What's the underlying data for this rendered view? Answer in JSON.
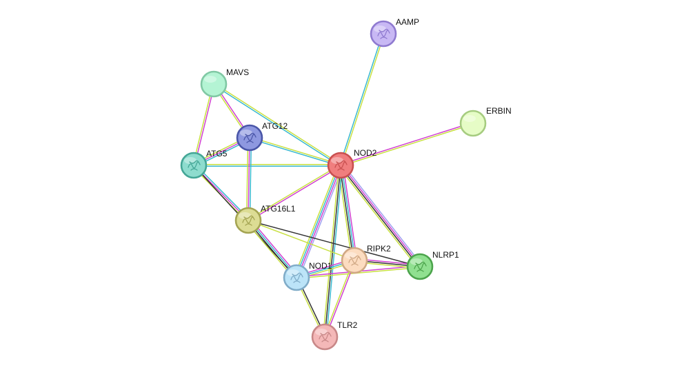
{
  "nodes": [
    {
      "id": "NOD2",
      "label": "NOD2",
      "color": "#f07e7e",
      "stroke": "#c85050",
      "icon": "protein-structure-icon"
    },
    {
      "id": "AAMP",
      "label": "AAMP",
      "color": "#c8b8f4",
      "stroke": "#8f7ad0",
      "icon": "protein-structure-icon"
    },
    {
      "id": "ERBIN",
      "label": "ERBIN",
      "color": "#e6fcc6",
      "stroke": "#a6cc80",
      "icon": ""
    },
    {
      "id": "MAVS",
      "label": "MAVS",
      "color": "#b4f4d4",
      "stroke": "#80c8a4",
      "icon": ""
    },
    {
      "id": "ATG12",
      "label": "ATG12",
      "color": "#8e98e0",
      "stroke": "#4a56a8",
      "icon": "protein-structure-icon"
    },
    {
      "id": "ATG5",
      "label": "ATG5",
      "color": "#8edcce",
      "stroke": "#44a696",
      "icon": "protein-structure-icon"
    },
    {
      "id": "ATG16L1",
      "label": "ATG16L1",
      "color": "#dcdc94",
      "stroke": "#a4a452",
      "icon": "protein-structure-icon"
    },
    {
      "id": "RIPK2",
      "label": "RIPK2",
      "color": "#fcdcc0",
      "stroke": "#d0a884",
      "icon": "protein-structure-icon"
    },
    {
      "id": "NOD1",
      "label": "NOD1",
      "color": "#bce4f8",
      "stroke": "#80acc8",
      "icon": "protein-structure-icon"
    },
    {
      "id": "NLRP1",
      "label": "NLRP1",
      "color": "#90e090",
      "stroke": "#4ca44c",
      "icon": "protein-structure-icon"
    },
    {
      "id": "TLR2",
      "label": "TLR2",
      "color": "#f4b8b8",
      "stroke": "#c88888",
      "icon": "protein-structure-icon"
    }
  ],
  "edge_colors": {
    "database": "#38b8d0",
    "experimental": "#d040d0",
    "textmining": "#c8e040",
    "coexpression": "#333333",
    "homology": "#a0a0f0"
  },
  "edges": [
    {
      "source": "NOD2",
      "target": "AAMP",
      "evidence": [
        "database",
        "textmining"
      ]
    },
    {
      "source": "NOD2",
      "target": "ERBIN",
      "evidence": [
        "experimental",
        "textmining"
      ]
    },
    {
      "source": "NOD2",
      "target": "MAVS",
      "evidence": [
        "database",
        "textmining"
      ]
    },
    {
      "source": "NOD2",
      "target": "ATG12",
      "evidence": [
        "database",
        "textmining"
      ]
    },
    {
      "source": "NOD2",
      "target": "ATG5",
      "evidence": [
        "database",
        "textmining"
      ]
    },
    {
      "source": "NOD2",
      "target": "ATG16L1",
      "evidence": [
        "experimental",
        "textmining"
      ]
    },
    {
      "source": "NOD2",
      "target": "NOD1",
      "evidence": [
        "homology",
        "experimental",
        "database",
        "textmining"
      ]
    },
    {
      "source": "NOD2",
      "target": "RIPK2",
      "evidence": [
        "experimental",
        "database",
        "coexpression",
        "textmining"
      ]
    },
    {
      "source": "NOD2",
      "target": "NLRP1",
      "evidence": [
        "homology",
        "experimental",
        "coexpression",
        "textmining"
      ]
    },
    {
      "source": "NOD2",
      "target": "TLR2",
      "evidence": [
        "database",
        "coexpression",
        "textmining"
      ]
    },
    {
      "source": "MAVS",
      "target": "ATG12",
      "evidence": [
        "experimental",
        "textmining"
      ]
    },
    {
      "source": "MAVS",
      "target": "ATG5",
      "evidence": [
        "experimental",
        "textmining"
      ]
    },
    {
      "source": "ATG12",
      "target": "ATG5",
      "evidence": [
        "database",
        "experimental",
        "textmining"
      ]
    },
    {
      "source": "ATG12",
      "target": "ATG16L1",
      "evidence": [
        "database",
        "experimental",
        "textmining"
      ]
    },
    {
      "source": "ATG5",
      "target": "ATG16L1",
      "evidence": [
        "database",
        "experimental",
        "textmining"
      ]
    },
    {
      "source": "ATG5",
      "target": "NOD1",
      "evidence": [
        "coexpression"
      ]
    },
    {
      "source": "ATG16L1",
      "target": "NOD1",
      "evidence": [
        "experimental",
        "database",
        "coexpression",
        "textmining"
      ]
    },
    {
      "source": "ATG16L1",
      "target": "RIPK2",
      "evidence": [
        "textmining"
      ]
    },
    {
      "source": "ATG16L1",
      "target": "NLRP1",
      "evidence": [
        "coexpression"
      ]
    },
    {
      "source": "NOD1",
      "target": "RIPK2",
      "evidence": [
        "experimental",
        "database",
        "textmining"
      ]
    },
    {
      "source": "NOD1",
      "target": "NLRP1",
      "evidence": [
        "experimental",
        "textmining"
      ]
    },
    {
      "source": "RIPK2",
      "target": "NLRP1",
      "evidence": [
        "experimental",
        "coexpression",
        "textmining"
      ]
    },
    {
      "source": "NOD1",
      "target": "TLR2",
      "evidence": [
        "coexpression",
        "textmining"
      ]
    },
    {
      "source": "RIPK2",
      "target": "TLR2",
      "evidence": [
        "experimental",
        "textmining"
      ]
    }
  ]
}
